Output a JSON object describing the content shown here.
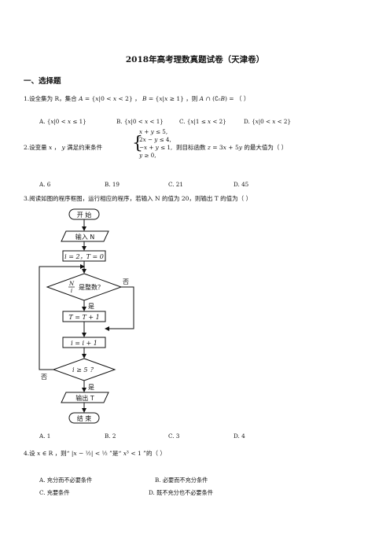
{
  "title": "2018年高考理数真题试卷（天津卷）",
  "section1": "一、选择题",
  "q1": {
    "stem": "1.设全集为 R，集合 𝐴 = {𝑥|0 < 𝑥 < 2} ，  𝐵 = {𝑥|𝑥 ≥ 1} ，则 𝐴 ∩ (∁ᵣ𝐵) =  （    ）",
    "options": [
      "A. {𝑥|0 < 𝑥 ≤ 1}",
      "B. {𝑥|0 < 𝑥 < 1}",
      "C. {𝑥|1 ≤ 𝑥 < 2}",
      "D. {𝑥|0 < 𝑥 < 2}"
    ]
  },
  "q2": {
    "stem_left": "2.设变量 𝑥 ，  𝑦 满足约束条件",
    "constraints": [
      "𝑥 + 𝑦 ≤ 5,",
      "2𝑥 − 𝑦 ≤ 4,",
      "−𝑥 + 𝑦 ≤ 1,",
      "𝑦 ≥ 0,"
    ],
    "stem_right": "则目标函数  𝑧 = 3𝑥 + 5𝑦  的最大值为（    ）",
    "options": [
      "A. 6",
      "B. 19",
      "C. 21",
      "D. 45"
    ]
  },
  "q3": {
    "stem": "3.阅读如图的程序框图，运行相应的程序，若输入 N 的值为 20，则输出 T 的值为（    ）",
    "flow": {
      "start": "开 始",
      "input": "输入 N",
      "init": "i = 2，T = 0",
      "decision1_frac_top": "N",
      "decision1_frac_bottom": "i",
      "decision1_text": "是整数？",
      "no1": "否",
      "yes1": "是",
      "update_t": "T = T + 1",
      "update_i": "i = i + 1",
      "decision2": "i ≥ 5 ？",
      "no2": "否",
      "yes2": "是",
      "output": "输出 T",
      "end": "结 束"
    },
    "options": [
      "A. 1",
      "B. 2",
      "C. 3",
      "D. 4"
    ]
  },
  "q4": {
    "stem": "4.设 𝑥 ∈ R ，则“ |𝑥 − ½| < ½ ”是“ 𝑥³ < 1 ”的（    ）",
    "options": [
      "A. 充分而不必要条件",
      "B. 必要而不充分条件",
      "C. 充要条件",
      "D. 既不充分也不必要条件"
    ]
  }
}
